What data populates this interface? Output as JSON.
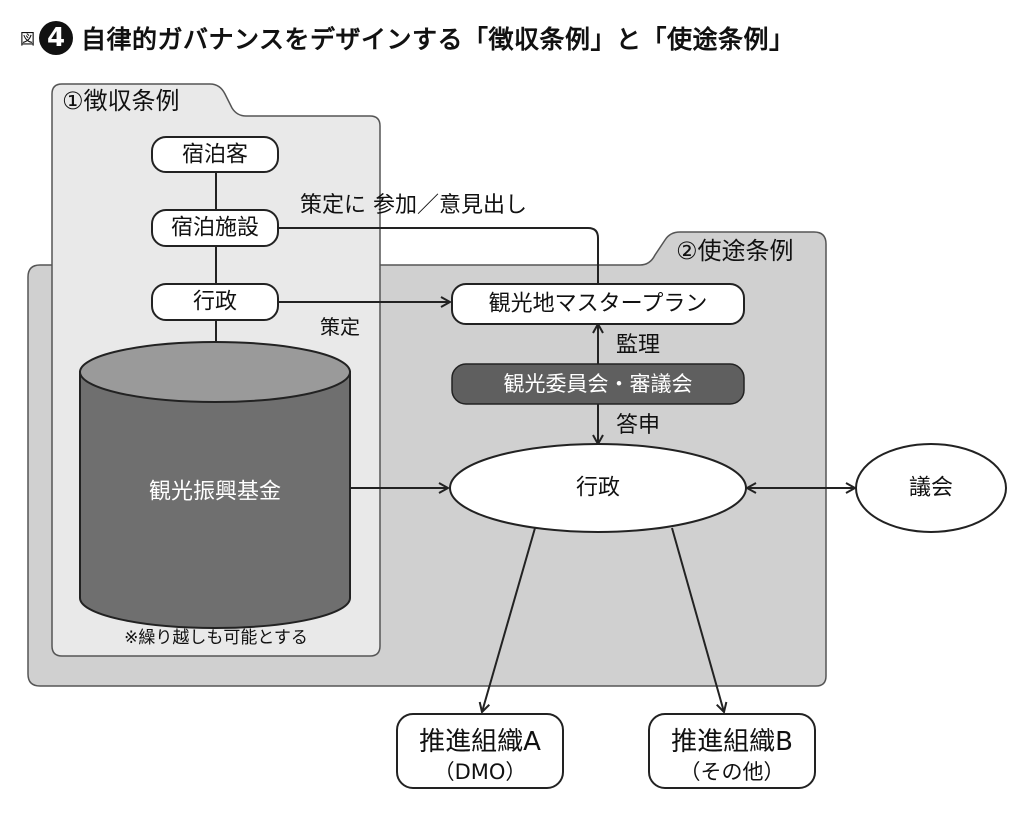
{
  "figure": {
    "label": "図",
    "number": "4",
    "title": "自律的ガバナンスをデザインする「徴収条例」と「使途条例」"
  },
  "panels": {
    "collection_ordinance": "①徴収条例",
    "usage_ordinance": "②使途条例"
  },
  "nodes": {
    "guests": "宿泊客",
    "lodging_facilities": "宿泊施設",
    "government_top": "行政",
    "fund": "観光振興基金",
    "master_plan": "観光地マスタープラン",
    "committee": "観光委員会・審議会",
    "government_center": "行政",
    "assembly": "議会",
    "org_a_line1": "推進組織A",
    "org_a_line2": "（DMO）",
    "org_b_line1": "推進組織B",
    "org_b_line2": "（その他）"
  },
  "labels": {
    "participate": "策定に 参加／意見出し",
    "formulate": "策定",
    "supervise": "監理",
    "report": "答申",
    "carryover_note": "※繰り越しも可能とする"
  },
  "colors": {
    "outer_panel": "#d0d0d0",
    "inner_panel": "#e9e9e9",
    "fund_fill": "#6f6f6f",
    "fund_top": "#9a9a9a",
    "committee_fill": "#5f5f5f",
    "stroke": "#222222"
  }
}
